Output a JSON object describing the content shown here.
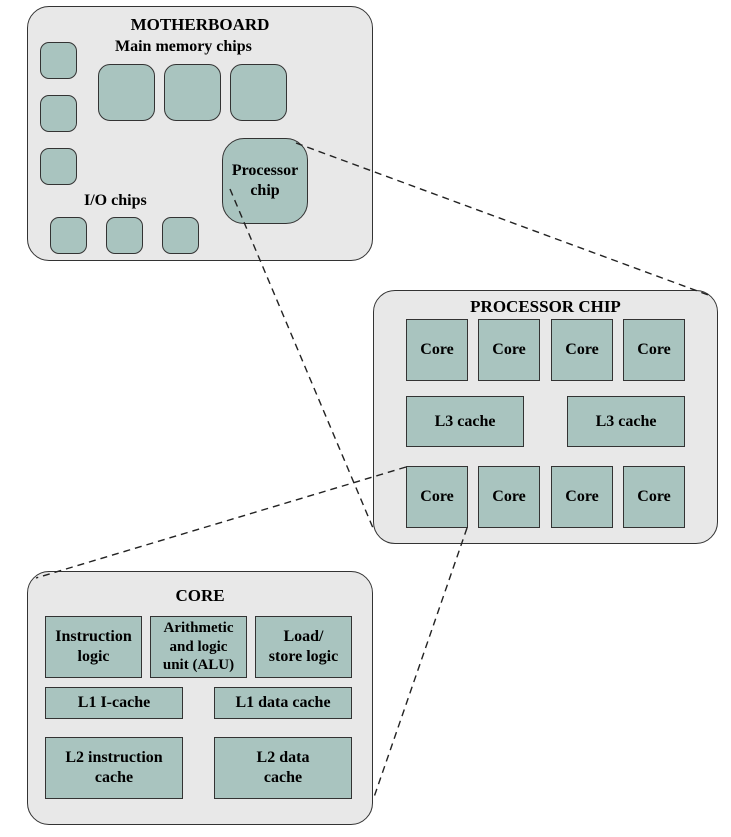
{
  "motherboard": {
    "title": "MOTHERBOARD",
    "main_memory_label": "Main memory chips",
    "io_label": "I/O chips",
    "processor_chip_label": "Processor chip"
  },
  "processor": {
    "title": "PROCESSOR CHIP",
    "cores_top": [
      "Core",
      "Core",
      "Core",
      "Core"
    ],
    "l3_left": "L3 cache",
    "l3_right": "L3 cache",
    "cores_bottom": [
      "Core",
      "Core",
      "Core",
      "Core"
    ]
  },
  "core": {
    "title": "CORE",
    "instruction_logic": "Instruction logic",
    "alu": "Arithmetic and logic unit (ALU)",
    "load_store": "Load/ store logic",
    "l1_icache": "L1 I-cache",
    "l1_dcache": "L1 data cache",
    "l2_icache": "L2 instruction cache",
    "l2_dcache": "L2 data cache"
  },
  "colors": {
    "panel_fill": "#e8e8e8",
    "block_fill": "#a9c4bf",
    "stroke": "#333333"
  }
}
